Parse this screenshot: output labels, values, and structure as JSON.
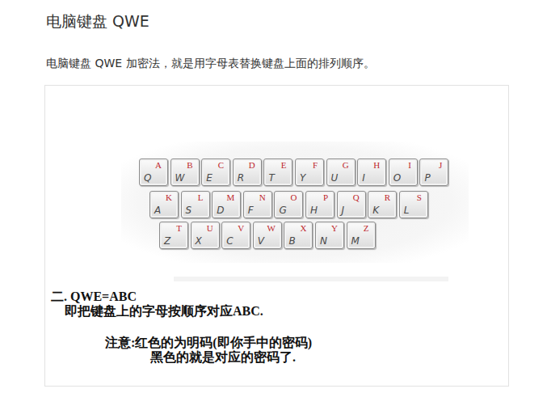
{
  "diagram": {
    "title": "电脑键盘 QWE",
    "nodes": [
      {
        "text": [
          "A",
          "Q"
        ]
      },
      {
        "text": [
          "B",
          "W"
        ]
      },
      {
        "text": [
          "C",
          "E"
        ]
      },
      {
        "text": [
          "D",
          "R"
        ]
      },
      {
        "text": [
          "E",
          "T"
        ]
      },
      {
        "text": [
          "F",
          "Y"
        ]
      },
      {
        "text": [
          "G",
          "U"
        ]
      },
      {
        "text": [
          "H",
          "I"
        ]
      },
      {
        "text": [
          "I",
          "O"
        ]
      },
      {
        "text": [
          "J",
          "P"
        ]
      },
      {
        "text": [
          "K",
          "A"
        ]
      },
      {
        "text": [
          "L",
          "S"
        ]
      },
      {
        "text": [
          "M",
          "D"
        ]
      },
      {
        "text": [
          "N",
          "F"
        ]
      },
      {
        "text": [
          "O",
          "G"
        ]
      },
      {
        "text": [
          "P",
          "H"
        ]
      },
      {
        "text": [
          "Q",
          "J"
        ]
      },
      {
        "text": [
          "R",
          "K"
        ]
      },
      {
        "text": [
          "S",
          "L"
        ]
      },
      {
        "text": [
          "T",
          "Z"
        ]
      },
      {
        "text": [
          "U",
          "X"
        ]
      },
      {
        "text": [
          "V",
          "C"
        ]
      },
      {
        "text": [
          "W",
          "V"
        ]
      },
      {
        "text": [
          "X",
          "B"
        ]
      },
      {
        "text": [
          "Y",
          "N"
        ]
      },
      {
        "text": [
          "Z",
          "M"
        ]
      }
    ],
    "labels": [
      "电脑键盘 QWE 加密法，就是用字母表替换键盘上面的排列顺序。",
      "二. QWE=ABC",
      "即把键盘上的字母按顺序对应ABC.",
      "注意:红色的为明码(即你手中的密码)",
      "黑色的就是对应的密码了."
    ]
  }
}
